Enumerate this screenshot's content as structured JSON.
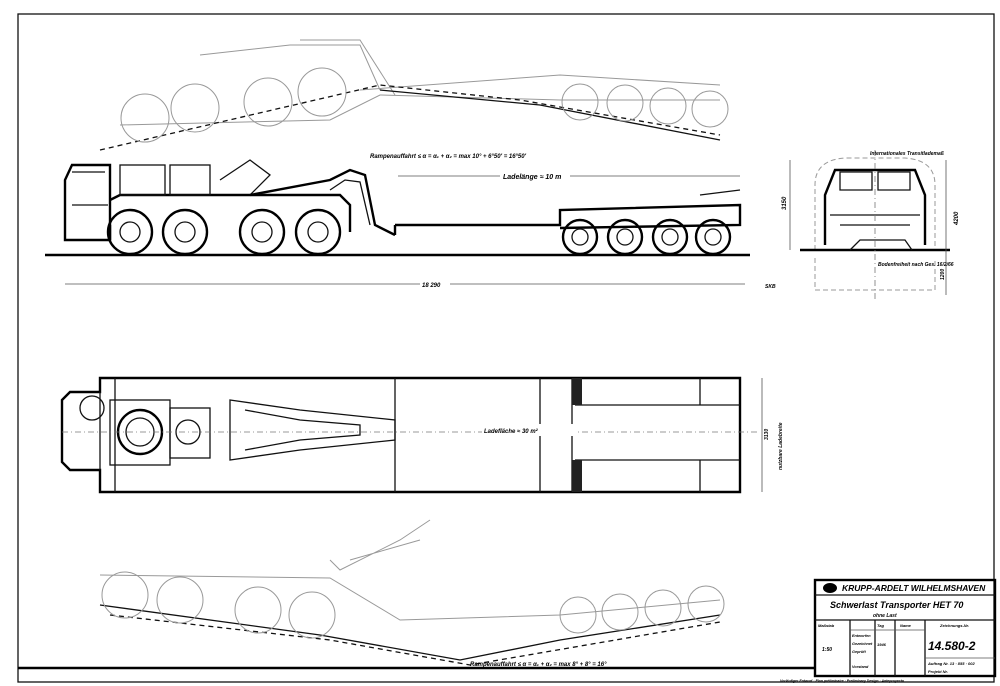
{
  "title_block": {
    "company": "KRUPP-ARDELT WILHELMSHAVEN",
    "title": "Schwerlast Transporter HET 70",
    "subtitle": "ohne Last",
    "scale_label": "Maßstab",
    "scale_value": "1:50",
    "rows": [
      "Entworfen",
      "Gezeichnet",
      "Geprüft",
      "Vorstand"
    ],
    "col_day": "Tag",
    "col_name": "Name",
    "drawn_day": "1946",
    "drawing_number_label": "Zeichnungs-Nr.",
    "drawing_number": "14.580-2",
    "order_number": "Auftrag Nr. 13 · 855 · 002",
    "project_label": "Projekt Nr.",
    "footer": "Vorläufiger Entwurf · Plan préliminaire · Preliminary Design · Anteproyecto"
  },
  "annotations": {
    "ramp_top": "Rampenauffahrt ≤  α = α₁ + α₂ = max 10° + 6°50' = 16°50'",
    "load_length": "Ladelänge ≈ 10 m",
    "overall_length": "18 290",
    "load_area": "Ladefläche ≈ 30 m²",
    "load_width": "nutzbare Ladebreite",
    "ramp_bottom": "Rampenauffahrt ≤  α = α₁ + α₂ = max 8° + 8° = 16°",
    "transport_profile": "Internationales Transitlademaß",
    "ground_clearance": "Bodenfreiheit nach Ges. 16/2/66",
    "front_height": "3150",
    "front_total": "4200",
    "front_ground": "1200",
    "plan_width": "3130",
    "skb": "SKB"
  }
}
